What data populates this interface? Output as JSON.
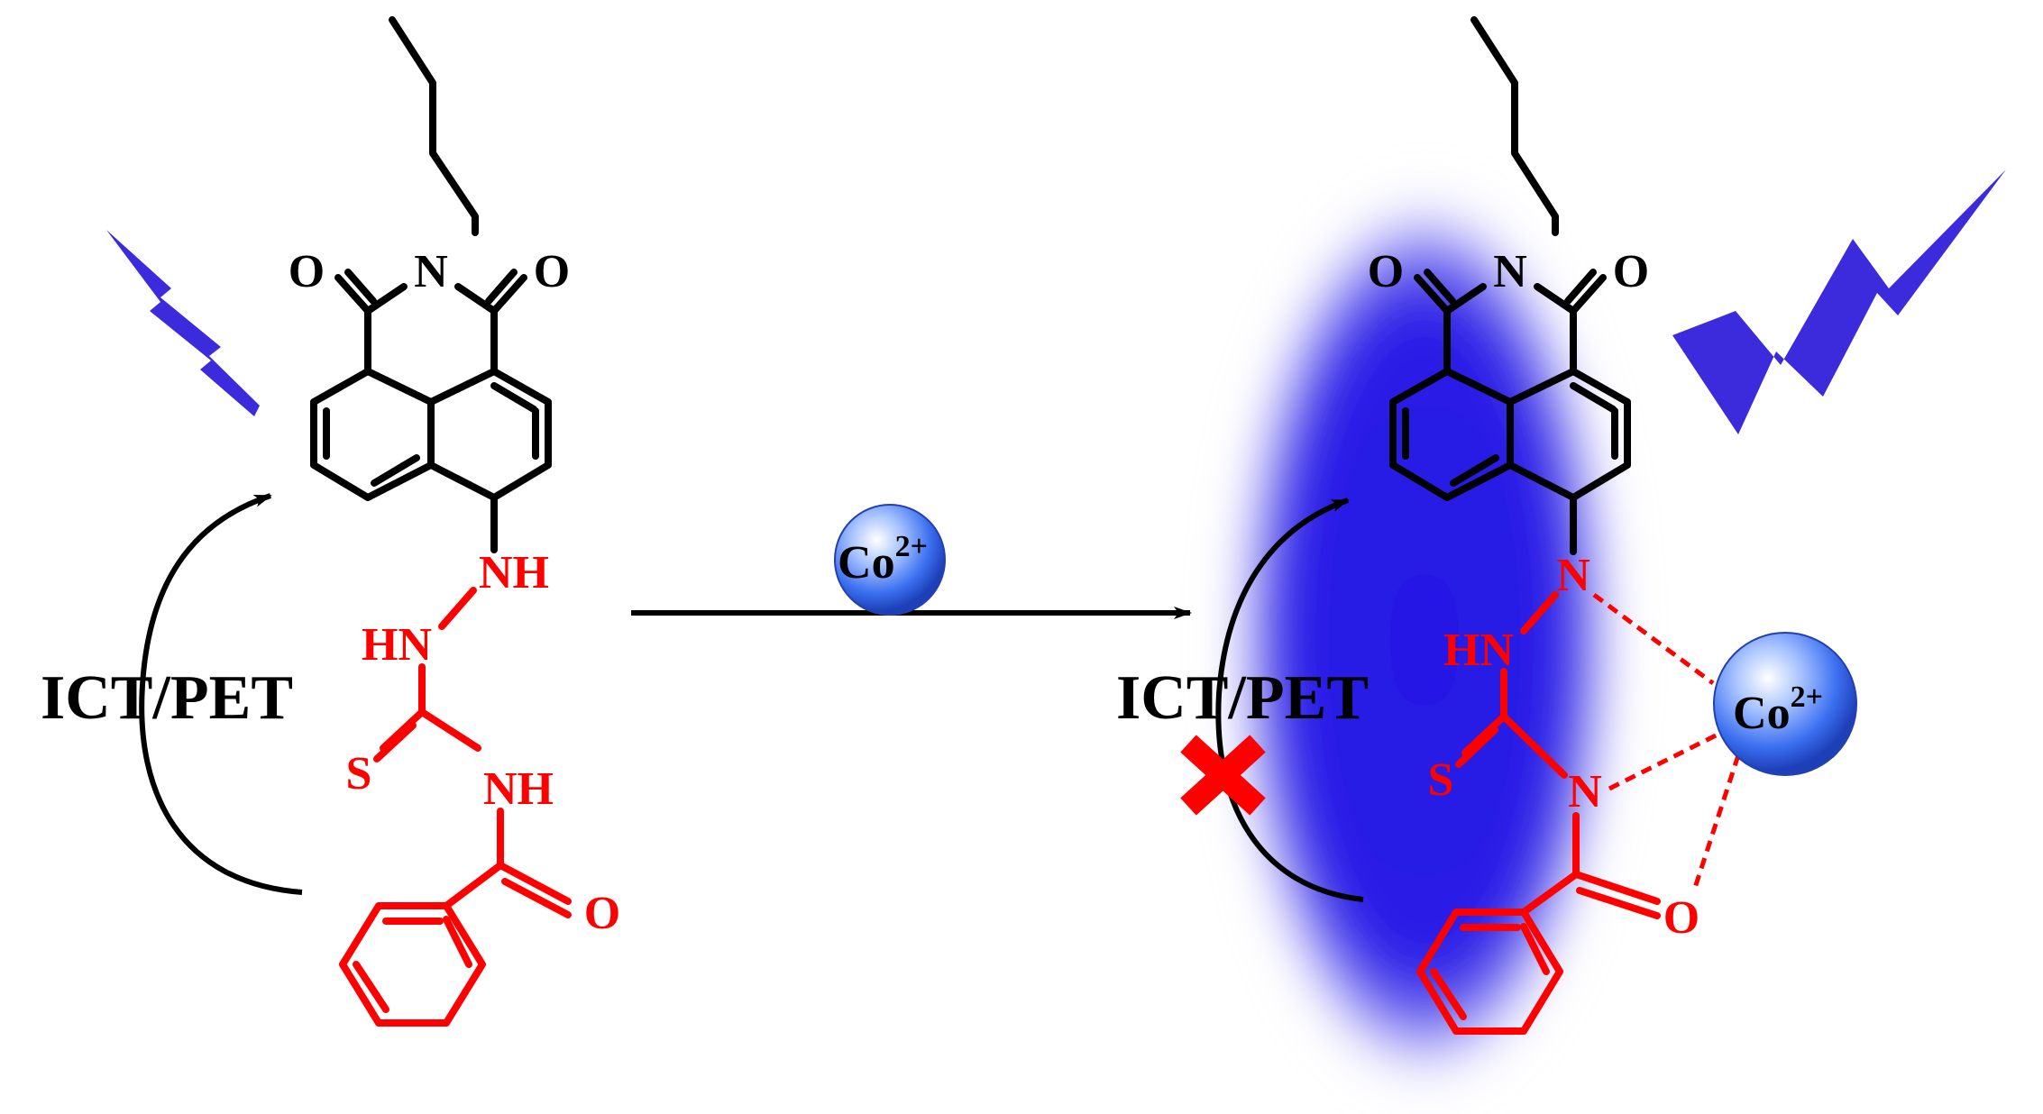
{
  "colors": {
    "bond": "#000000",
    "receptor": "#ff0000",
    "glow": "#2f1fe0",
    "lightning": "#3b2bdc",
    "ion": "#3a6fe6",
    "cross": "#ff0000"
  },
  "left": {
    "mechanism_label": "ICT/PET",
    "atoms": {
      "o1": "O",
      "n_imide": "N",
      "o2": "O",
      "nh1": "NH",
      "hn": "HN",
      "s": "S",
      "nh2": "NH",
      "o_carbonyl": "O"
    }
  },
  "arrow": {
    "reagent": {
      "symbol": "Co",
      "charge": "2+"
    }
  },
  "right": {
    "mechanism_label": "ICT/PET",
    "blocked_icon": "cross-icon",
    "atoms": {
      "o1": "O",
      "n_imide": "N",
      "o2": "O",
      "n1": "N",
      "hn": "HN",
      "s": "S",
      "n2": "N",
      "o_carbonyl": "O"
    },
    "ion": {
      "symbol": "Co",
      "charge": "2+"
    }
  },
  "icons": [
    "lightning-icon-small",
    "lightning-icon-large",
    "cobalt-ion-icon",
    "cross-icon",
    "curved-arrow-icon",
    "reaction-arrow-icon"
  ]
}
